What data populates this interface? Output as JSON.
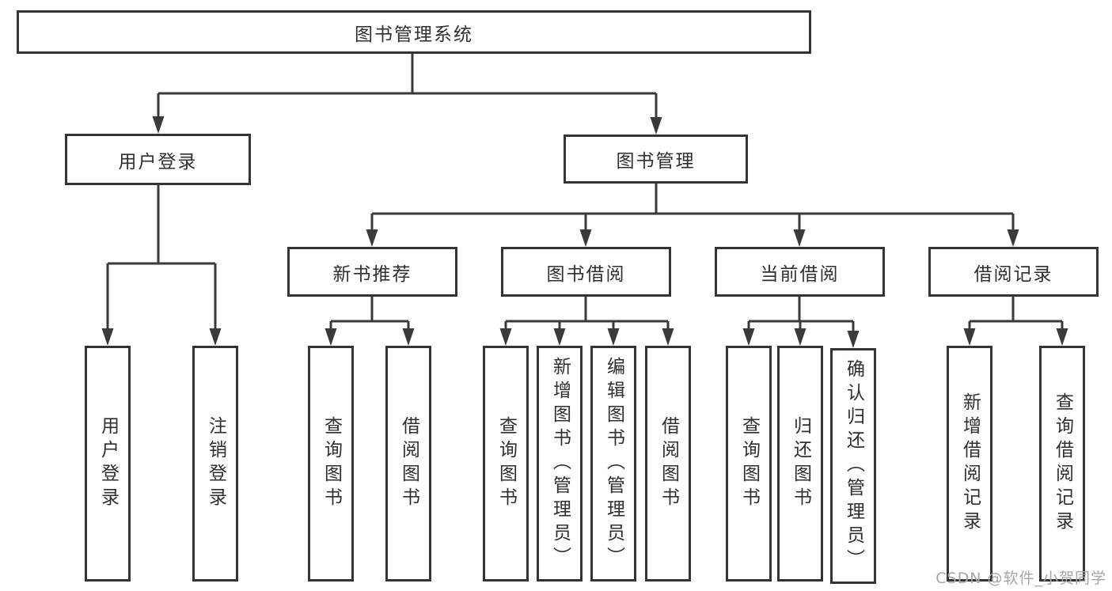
{
  "tree": {
    "root": "图书管理系统",
    "level2": [
      {
        "label": "用户登录",
        "children": [
          "用户登录",
          "注销登录"
        ]
      },
      {
        "label": "图书管理",
        "children": [
          {
            "label": "新书推荐",
            "children": [
              "查询图书",
              "借阅图书"
            ]
          },
          {
            "label": "图书借阅",
            "children": [
              "查询图书",
              "新增图书（管理员）",
              "编辑图书（管理员）",
              "借阅图书"
            ]
          },
          {
            "label": "当前借阅",
            "children": [
              "查询图书",
              "归还图书",
              "确认归还（管理员）"
            ]
          },
          {
            "label": "借阅记录",
            "children": [
              "新增借阅记录",
              "查询借阅记录"
            ]
          }
        ]
      }
    ]
  },
  "watermark": "CSDN @软件_小贺同学",
  "colors": {
    "line": "#3a3a3a",
    "box_border": "#343434",
    "text": "#2f2f2f",
    "watermark": "#a6a6a6",
    "background": "#ffffff"
  }
}
